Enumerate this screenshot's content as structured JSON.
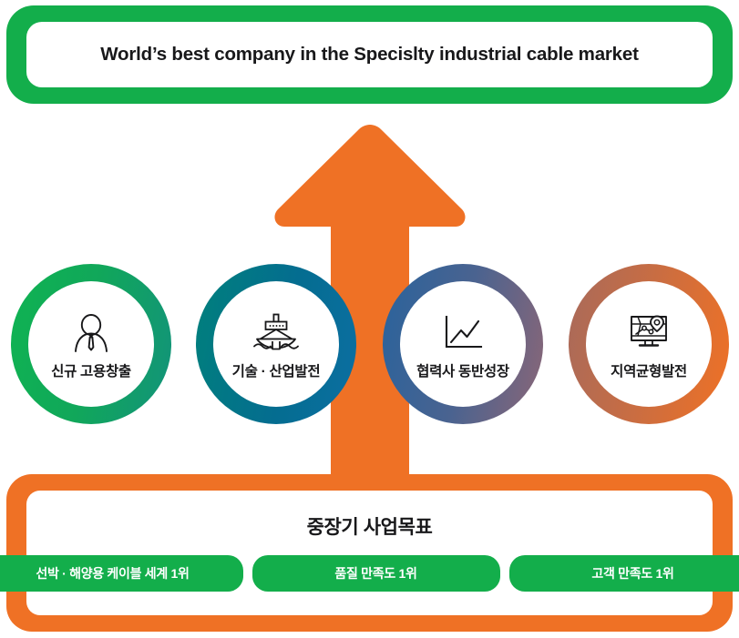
{
  "vision": {
    "text": "World’s best company in the Specislty industrial cable market"
  },
  "arrow": {
    "icon": "up-arrow-icon",
    "color": "#ef7125"
  },
  "pillars": [
    {
      "label": "신규 고용창출",
      "icon": "person-tie-icon",
      "ring_from": "#0fb352",
      "ring_to": "#12937a"
    },
    {
      "label": "기술 · 산업발전",
      "icon": "ship-icon",
      "ring_from": "#00807c",
      "ring_to": "#0c6ea2"
    },
    {
      "label": "협력사 동반성장",
      "icon": "line-chart-icon",
      "ring_from": "#2a639c",
      "ring_to": "#8a6677"
    },
    {
      "label": "지역균형발전",
      "icon": "map-monitor-icon",
      "ring_from": "#a86a5b",
      "ring_to": "#ef7125"
    }
  ],
  "goals": {
    "title": "중장기 사업목표",
    "pills": [
      "선박 · 해양용 케이블 세계 1위",
      "품질 만족도 1위",
      "고객 만족도 1위"
    ],
    "pill_color": "#13ae4b",
    "frame_color": "#ef7125"
  },
  "colors": {
    "green": "#13ae4b",
    "orange": "#ef7125",
    "text": "#18181a"
  }
}
